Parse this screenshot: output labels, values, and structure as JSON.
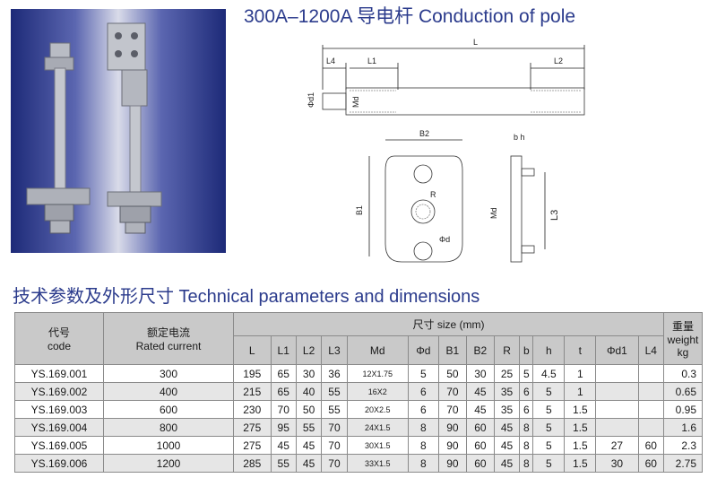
{
  "title": "300A–1200A 导电杆  Conduction of pole",
  "section_title": "技术参数及外形尺寸   Technical parameters and dimensions",
  "drawing_labels": {
    "L": "L",
    "L4": "L4",
    "L1": "L1",
    "L2": "L2",
    "d1": "Φd1",
    "Md": "Md",
    "B2": "B2",
    "B1": "B1",
    "R": "R",
    "d": "Φd",
    "bh": "b h",
    "L3": "L3",
    "Md2": "Md"
  },
  "table": {
    "col_code_cn": "代号",
    "col_code_en": "code",
    "col_current_cn": "额定电流",
    "col_current_en": "Rated current",
    "col_size": "尺寸 size  (mm)",
    "col_weight_cn": "重量",
    "col_weight_en": "weight",
    "col_weight_unit": "kg",
    "subheaders": [
      "L",
      "L1",
      "L2",
      "L3",
      "Md",
      "Φd",
      "B1",
      "B2",
      "R",
      "b",
      "h",
      "t",
      "Φd1",
      "L4"
    ],
    "rows": [
      [
        "YS.169.001",
        "300",
        "195",
        "65",
        "30",
        "36",
        "12X1.75",
        "5",
        "50",
        "30",
        "25",
        "5",
        "4.5",
        "1",
        "",
        "",
        "0.3"
      ],
      [
        "YS.169.002",
        "400",
        "215",
        "65",
        "40",
        "55",
        "16X2",
        "6",
        "70",
        "45",
        "35",
        "6",
        "5",
        "1",
        "",
        "",
        "0.65"
      ],
      [
        "YS.169.003",
        "600",
        "230",
        "70",
        "50",
        "55",
        "20X2.5",
        "6",
        "70",
        "45",
        "35",
        "6",
        "5",
        "1.5",
        "",
        "",
        "0.95"
      ],
      [
        "YS.169.004",
        "800",
        "275",
        "95",
        "55",
        "70",
        "24X1.5",
        "8",
        "90",
        "60",
        "45",
        "8",
        "5",
        "1.5",
        "",
        "",
        "1.6"
      ],
      [
        "YS.169.005",
        "1000",
        "275",
        "45",
        "45",
        "70",
        "30X1.5",
        "8",
        "90",
        "60",
        "45",
        "8",
        "5",
        "1.5",
        "27",
        "60",
        "2.3"
      ],
      [
        "YS.169.006",
        "1200",
        "285",
        "55",
        "45",
        "70",
        "33X1.5",
        "8",
        "90",
        "60",
        "45",
        "8",
        "5",
        "1.5",
        "30",
        "60",
        "2.75"
      ]
    ]
  }
}
